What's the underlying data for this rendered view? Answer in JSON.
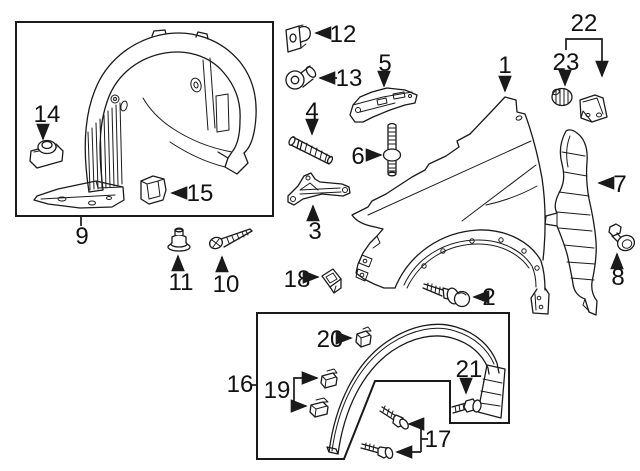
{
  "canvas": {
    "background": "#ffffff",
    "line_color": "#1a1a1a",
    "label_color": "#111111"
  },
  "callouts": {
    "c1": "1",
    "c2": "2",
    "c3": "3",
    "c4": "4",
    "c5": "5",
    "c6": "6",
    "c7": "7",
    "c8": "8",
    "c9": "9",
    "c10": "10",
    "c11": "11",
    "c12": "12",
    "c13": "13",
    "c14": "14",
    "c15": "15",
    "c16": "16",
    "c17": "17",
    "c18": "18",
    "c19": "19",
    "c20": "20",
    "c21": "21",
    "c22": "22",
    "c23": "23"
  }
}
